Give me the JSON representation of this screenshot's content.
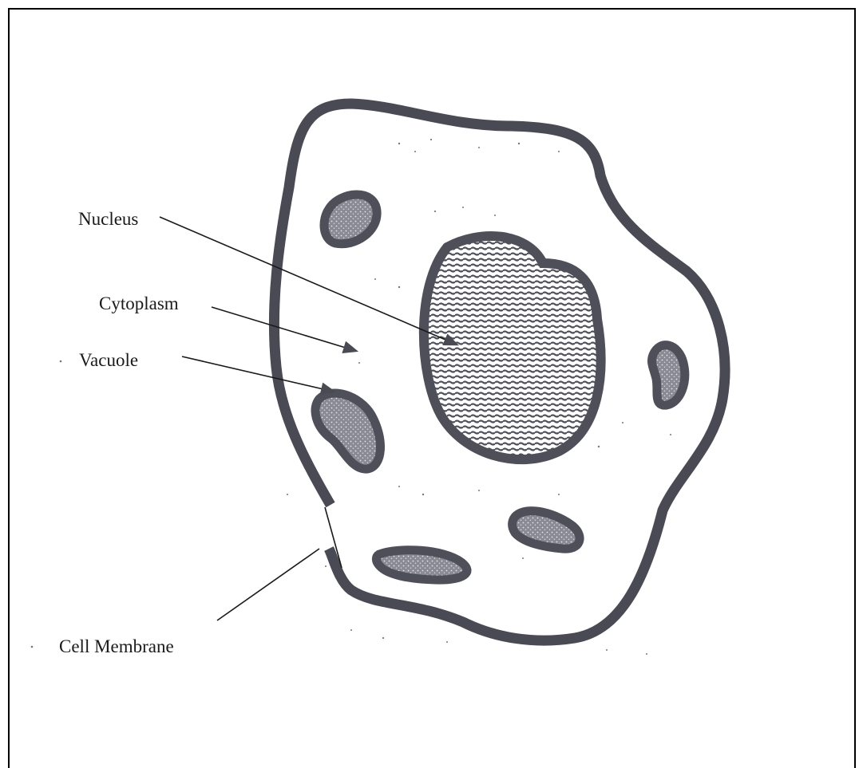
{
  "labels": {
    "nucleus": "Nucleus",
    "cytoplasm": "Cytoplasm",
    "vacuole": "Vacuole",
    "cell_membrane": "Cell Membrane"
  },
  "colors": {
    "membrane": "#4a4a55",
    "organelle": "#4f4f5a",
    "fill_speckle": "#d9d9dd",
    "leader": "#1a1a1a"
  }
}
